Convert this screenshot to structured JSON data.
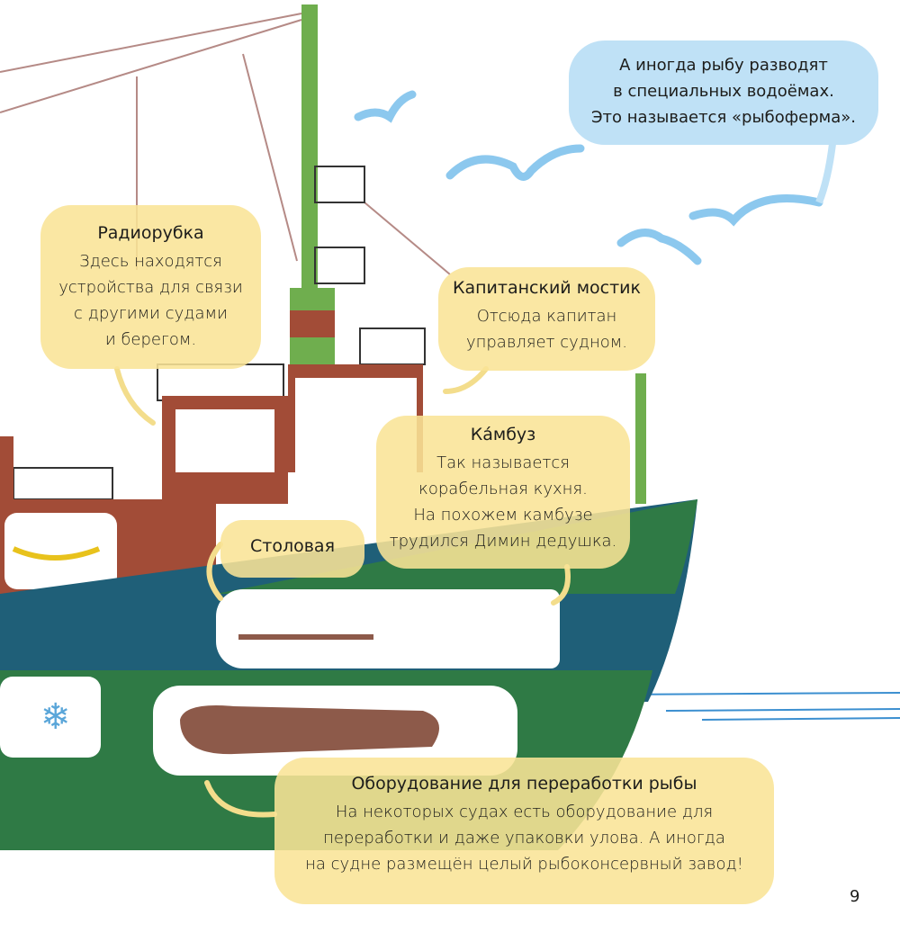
{
  "speech_bubble": {
    "lines": [
      "А иногда рыбу разводят",
      "в специальных водоёмах.",
      "Это называется «рыбоферма»."
    ]
  },
  "callouts": [
    {
      "title": "Радиорубка",
      "lines": [
        "Здесь находятся",
        "устройства для связи",
        "с другими судами",
        "и берегом."
      ]
    },
    {
      "title": "Капитанский мостик",
      "lines": [
        "Отсюда капитан",
        "управляет судном."
      ]
    },
    {
      "title": "Ка́мбуз",
      "lines": [
        "Так называется",
        "корабельная кухня.",
        "На похожем камбузе",
        "трудился Димин дедушка."
      ]
    },
    {
      "title": "Столовая",
      "lines": []
    },
    {
      "title": "Оборудование для переработки рыбы",
      "lines": [
        "На некоторых судах есть оборудование для",
        "переработки и даже упаковки улова. А иногда",
        "на судне размещён целый рыбоконсервный завод!"
      ]
    }
  ],
  "page_number": "9",
  "colors": {
    "hull_green": "#2f7a45",
    "hull_blue": "#1f5f78",
    "superstructure": "#a24c37",
    "mast": "#6fae4e",
    "callout": "#f9e496",
    "speech": "#bfe1f6",
    "sky_birds": "#8cc8ee"
  }
}
